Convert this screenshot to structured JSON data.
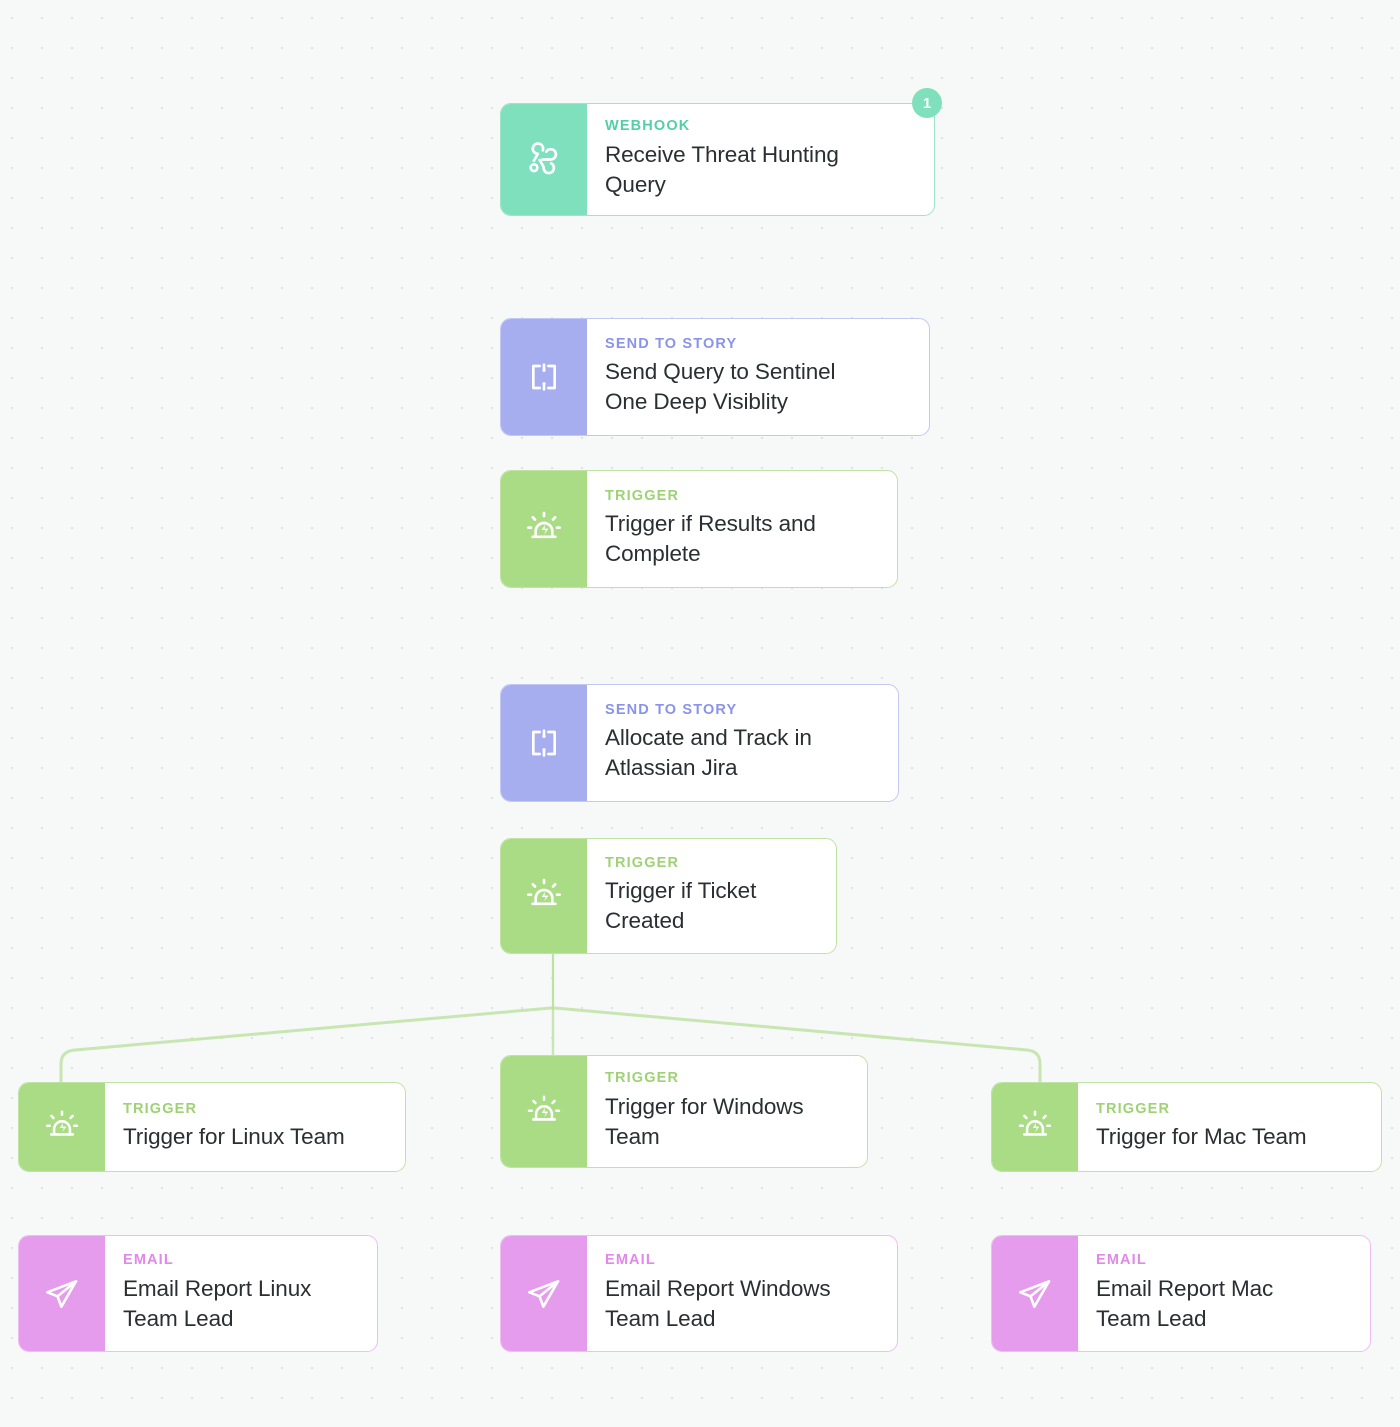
{
  "canvas": {
    "background_color": "#f7f8f8",
    "dot_color": "#dfe1e2"
  },
  "palette": {
    "webhook": "#7fe0be",
    "send_to_story": "#a7aef0",
    "trigger": "#aadc85",
    "email": "#e59cec",
    "title_text": "#2b2f33"
  },
  "badges": [
    {
      "id": "webhook-count",
      "value": "1"
    }
  ],
  "nodes": [
    {
      "id": "receive-threat-hunting-query",
      "kind": "WEBHOOK",
      "title": "Receive Threat Hunting\nQuery",
      "icon": "webhook-icon",
      "type": "webhook"
    },
    {
      "id": "send-query-to-sentinel-one",
      "kind": "SEND TO STORY",
      "title": "Send Query to Sentinel\nOne Deep Visiblity",
      "icon": "story-frame-icon",
      "type": "story"
    },
    {
      "id": "trigger-if-results-and-complete",
      "kind": "TRIGGER",
      "title": "Trigger if Results and\nComplete",
      "icon": "siren-icon",
      "type": "trigger"
    },
    {
      "id": "allocate-and-track-in-jira",
      "kind": "SEND TO STORY",
      "title": "Allocate and Track in\nAtlassian Jira",
      "icon": "story-frame-icon",
      "type": "story"
    },
    {
      "id": "trigger-if-ticket-created",
      "kind": "TRIGGER",
      "title": "Trigger if Ticket\nCreated",
      "icon": "siren-icon",
      "type": "trigger"
    },
    {
      "id": "trigger-for-linux-team",
      "kind": "TRIGGER",
      "title": "Trigger for Linux Team",
      "icon": "siren-icon",
      "type": "trigger"
    },
    {
      "id": "trigger-for-windows-team",
      "kind": "TRIGGER",
      "title": "Trigger for Windows\nTeam",
      "icon": "siren-icon",
      "type": "trigger"
    },
    {
      "id": "trigger-for-mac-team",
      "kind": "TRIGGER",
      "title": "Trigger for Mac Team",
      "icon": "siren-icon",
      "type": "trigger"
    },
    {
      "id": "email-report-linux-team-lead",
      "kind": "EMAIL",
      "title": "Email Report Linux\nTeam Lead",
      "icon": "paper-plane-icon",
      "type": "email"
    },
    {
      "id": "email-report-windows-team-lead",
      "kind": "EMAIL",
      "title": "Email Report Windows\nTeam Lead",
      "icon": "paper-plane-icon",
      "type": "email"
    },
    {
      "id": "email-report-mac-team-lead",
      "kind": "EMAIL",
      "title": "Email Report Mac\nTeam Lead",
      "icon": "paper-plane-icon",
      "type": "email"
    }
  ]
}
